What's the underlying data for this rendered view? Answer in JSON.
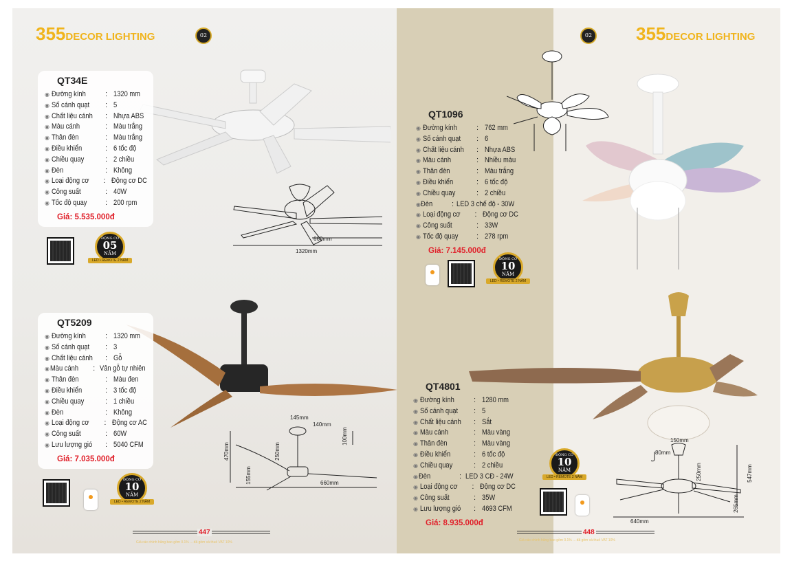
{
  "brand": {
    "number": "355",
    "text": "DECOR LIGHTING"
  },
  "medal_label": "02",
  "products": [
    {
      "model": "QT34E",
      "specs": [
        [
          "Đường kính",
          "1320 mm"
        ],
        [
          "Số cánh quạt",
          "5"
        ],
        [
          "Chất liệu cánh",
          "Nhựa ABS"
        ],
        [
          "Màu cánh",
          "Màu trắng"
        ],
        [
          "Thân đèn",
          "Màu trắng"
        ],
        [
          "Điều khiển",
          "6 tốc độ"
        ],
        [
          "Chiều quay",
          "2 chiều"
        ],
        [
          "Đèn",
          "Không"
        ],
        [
          "Loại động cơ",
          "Động cơ DC"
        ],
        [
          "Công suất",
          "40W"
        ],
        [
          "Tốc độ quay",
          "200 rpm"
        ]
      ],
      "price": "Giá: 5.535.000đ",
      "warranty": {
        "top": "ĐỘNG CƠ",
        "years": "05",
        "unit": "NĂM",
        "ribbon": "LED • REMOTE 2 NĂM"
      },
      "dims": [
        "660mm",
        "1320mm"
      ]
    },
    {
      "model": "QT5209",
      "specs": [
        [
          "Đường kính",
          "1320 mm"
        ],
        [
          "Số cánh quạt",
          "3"
        ],
        [
          "Chất liệu cánh",
          "Gỗ"
        ],
        [
          "Màu cánh",
          "Vân gỗ tự nhiên"
        ],
        [
          "Thân đèn",
          "Màu đen"
        ],
        [
          "Điều khiển",
          "3 tốc độ"
        ],
        [
          "Chiều quay",
          "1 chiều"
        ],
        [
          "Đèn",
          "Không"
        ],
        [
          "Loại động cơ",
          "Động cơ AC"
        ],
        [
          "Công suất",
          "60W"
        ],
        [
          "Lưu lượng gió",
          "5040 CFM"
        ]
      ],
      "price": "Giá: 7.035.000đ",
      "warranty": {
        "top": "ĐỘNG CƠ",
        "years": "10",
        "unit": "NĂM",
        "ribbon": "LED • REMOTE 2 NĂM"
      },
      "dims": [
        "145mm",
        "140mm",
        "100mm",
        "470mm",
        "250mm",
        "155mm",
        "660mm"
      ]
    },
    {
      "model": "QT1096",
      "specs": [
        [
          "Đường kính",
          "762 mm"
        ],
        [
          "Số cánh quạt",
          "6"
        ],
        [
          "Chất liệu cánh",
          "Nhựa ABS"
        ],
        [
          "Màu cánh",
          "Nhiều màu"
        ],
        [
          "Thân đèn",
          "Màu trắng"
        ],
        [
          "Điều khiển",
          "6 tốc độ"
        ],
        [
          "Chiều quay",
          "2 chiều"
        ],
        [
          "Đèn",
          "LED 3 chế độ - 30W"
        ],
        [
          "Loại động cơ",
          "Động cơ DC"
        ],
        [
          "Công suất",
          "33W"
        ],
        [
          "Tốc độ quay",
          "278 rpm"
        ]
      ],
      "price": "Giá: 7.145.000đ",
      "warranty": {
        "top": "ĐỘNG CƠ",
        "years": "10",
        "unit": "NĂM",
        "ribbon": "LED • REMOTE 2 NĂM"
      }
    },
    {
      "model": "QT4801",
      "specs": [
        [
          "Đường kính",
          "1280 mm"
        ],
        [
          "Số cánh quạt",
          "5"
        ],
        [
          "Chất liệu cánh",
          "Sắt"
        ],
        [
          "Màu cánh",
          "Màu vàng"
        ],
        [
          "Thân đèn",
          "Màu vàng"
        ],
        [
          "Điều khiển",
          "6 tốc độ"
        ],
        [
          "Chiều quay",
          "2 chiều"
        ],
        [
          "Đèn",
          "LED 3 CĐ - 24W"
        ],
        [
          "Loại động cơ",
          "Động cơ DC"
        ],
        [
          "Công suất",
          "35W"
        ],
        [
          "Lưu lượng gió",
          "4693 CFM"
        ]
      ],
      "price": "Giá: 8.935.000đ",
      "warranty": {
        "top": "ĐỘNG CƠ",
        "years": "10",
        "unit": "NĂM",
        "ribbon": "LED • REMOTE 2 NĂM"
      },
      "dims": [
        "150mm",
        "80mm",
        "250mm",
        "547mm",
        "265mm",
        "640mm"
      ]
    }
  ],
  "pages": {
    "left": "447",
    "right": "448"
  },
  "footer_note": "Giá các chính hãng bao gồm 0.1% ... đã gồm và thuế VAT 10%"
}
